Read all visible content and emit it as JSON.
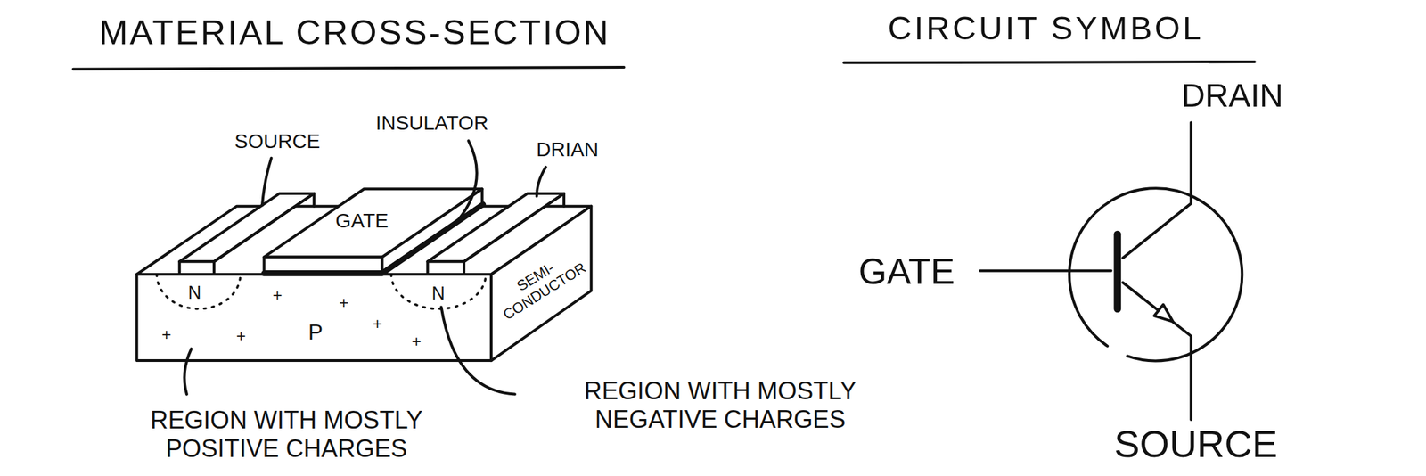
{
  "diagram": {
    "title": "MATERIAL CROSS-SECTION",
    "labels": [
      "CIRCUIT SYMBOL",
      "SOURCE",
      "INSULATOR",
      "DRIAN",
      "GATE",
      "N",
      "N",
      "P",
      "+",
      "+",
      "+",
      "+",
      "+",
      "+",
      "SEMI- CONDUCTOR",
      "REGION WITH MOSTLY POSITIVE CHARGES",
      "REGION WITH MOSTLY NEGATIVE CHARGES",
      "DRAIN",
      "GATE",
      "SOURCE"
    ]
  }
}
